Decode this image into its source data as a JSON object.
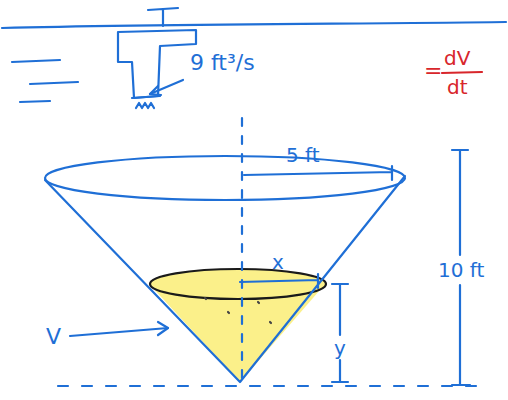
{
  "diagram": {
    "labels": [
      "9 ft³/s",
      "=",
      "dV",
      "dt",
      "5 ft",
      "x",
      "10 ft",
      "y",
      "V"
    ]
  }
}
